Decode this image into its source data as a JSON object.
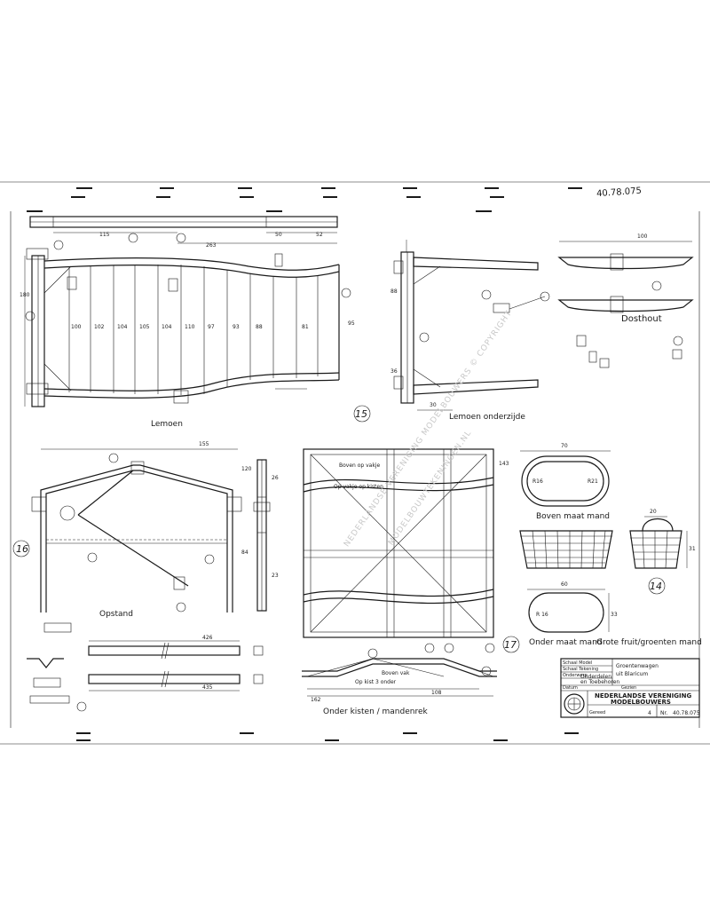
{
  "drawing_number": "40.78.075",
  "views": {
    "lemoen": "Lemoen",
    "lemoen_onderzijde": "Lemoen onderzijde",
    "dosthout": "Dosthout",
    "opstand": "Opstand",
    "boven_maat_mand": "Boven maat mand",
    "onder_maat_mand": "Onder maat mand",
    "grote_mand": "Grote fruit/groenten mand",
    "onder_kisten": "Onder kisten / mandenrek"
  },
  "view_numbers": [
    "15",
    "16",
    "14",
    "17"
  ],
  "annotations": {
    "rek_top1": "Boven op vakje",
    "rek_top2": "Op vakje op kisten",
    "rek_small1": "Boven vak",
    "rek_small2": "Op kist 3 onder"
  },
  "dimensions": {
    "top_a": "115",
    "top_b": "263",
    "top_c": "50",
    "top_d": "52",
    "lemoen_h": "180",
    "lemoen_r": "95",
    "lemoen_cells": [
      "100",
      "102",
      "104",
      "105",
      "104",
      "110",
      "97",
      "93",
      "88",
      "81"
    ],
    "onderzijde_h": "88",
    "onderzijde_b": "36",
    "onderzijde_w": "30",
    "dosthout_w": "100",
    "opstand_w": "155",
    "opstand_h": "84",
    "side_a": "120",
    "side_b": "26",
    "side_c": "23",
    "rek_h": "143",
    "rek_w": "108",
    "rek_bot": "162",
    "mand1_w": "70",
    "mand1_r1": "R16",
    "mand1_r2": "R21",
    "mand2_w": "20",
    "mand2_h": "31",
    "mand3_w": "60",
    "mand3_r": "R 16",
    "mand3_h": "33",
    "rail_a": "426",
    "rail_b": "435"
  },
  "title_block": {
    "subject_line1": "Groentenwagen",
    "subject_line2": "uit Blaricum",
    "sheet_line1": "Onderdelen",
    "sheet_line2": "en Toebehoren",
    "org_line1": "NEDERLANDSE VERENIGING",
    "org_line2": "MODELBOUWERS",
    "number_label": "Nr.",
    "number": "40.78.075",
    "sheet_no": "4",
    "labels": [
      "Schaal Model",
      "Schaal Tekening",
      "Onderwerp",
      "Gereed",
      "Datum",
      "Gezien"
    ]
  },
  "watermark": "NEDERLANDSE VERENIGING MODELBOUWERS © COPYRIGHT",
  "watermark_short": "MODELBOUWTEKENINGEN.NL"
}
